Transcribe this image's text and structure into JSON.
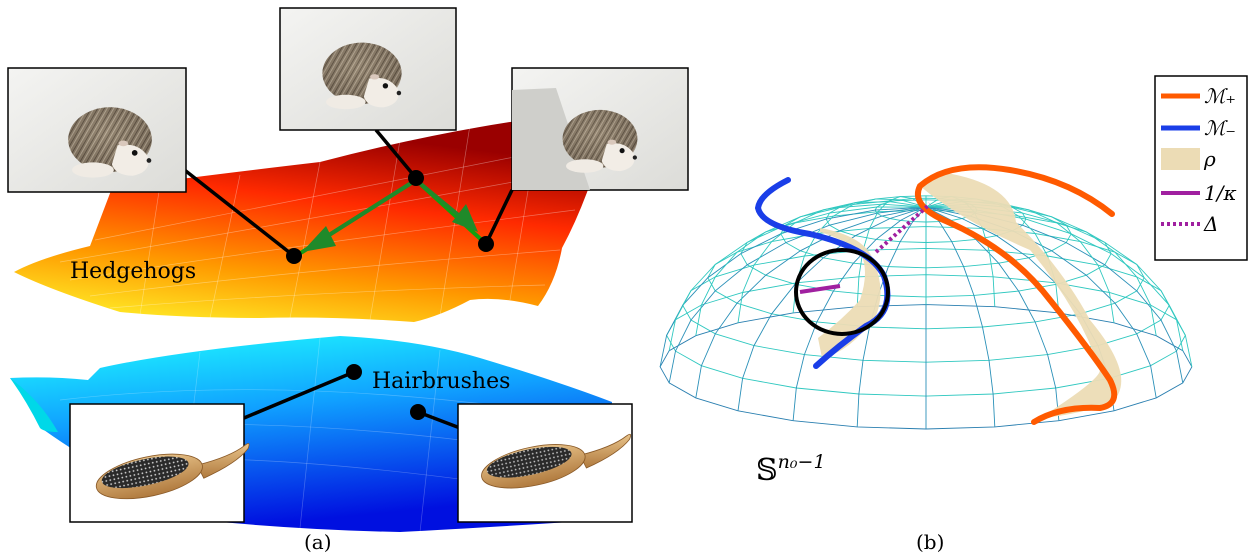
{
  "panel_a": {
    "caption": "(a)",
    "hedgehogs_label": "Hedgehogs",
    "hairbrushes_label": "Hairbrushes",
    "colors": {
      "upper_surface": [
        "#8b0000",
        "#ff2000",
        "#ff8000",
        "#ffe000"
      ],
      "lower_surface": [
        "#00ffff",
        "#0080ff",
        "#0000e0"
      ],
      "tangent": "#10a010"
    },
    "images": [
      {
        "name": "hedgehog-image-left",
        "depicts": "hedgehog"
      },
      {
        "name": "hedgehog-image-center",
        "depicts": "hedgehog"
      },
      {
        "name": "hedgehog-image-right",
        "depicts": "hedgehog"
      },
      {
        "name": "hairbrush-image-left",
        "depicts": "hairbrush"
      },
      {
        "name": "hairbrush-image-right",
        "depicts": "hairbrush"
      }
    ]
  },
  "panel_b": {
    "caption": "(b)",
    "sphere_label_base": "𝕊",
    "sphere_label_sup": "n₀−1",
    "legend": [
      {
        "label": "ℳ₊",
        "color": "#ff5a00",
        "style": "solid"
      },
      {
        "label": "ℳ₋",
        "color": "#1a3ee8",
        "style": "solid"
      },
      {
        "label": "ρ",
        "color": "#ecdcb5",
        "style": "band"
      },
      {
        "label": "1/κ",
        "color": "#a020a0",
        "style": "solid"
      },
      {
        "label": "Δ",
        "color": "#a020a0",
        "style": "dotted"
      }
    ],
    "colors": {
      "mesh": "#30c8c0",
      "circle": "#000000"
    }
  }
}
